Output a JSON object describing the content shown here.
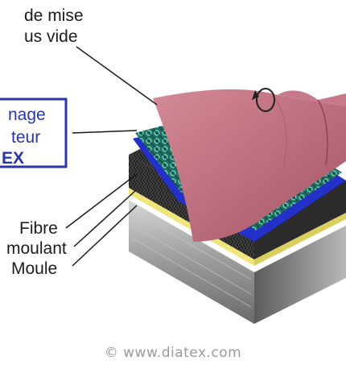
{
  "labels": {
    "bag_line1": "de mise",
    "bag_line2": "us vide",
    "drain_line1": "nage",
    "drain_line2": "teur",
    "drain_brand": "EX",
    "fibre": "Fibre",
    "release": "moulant",
    "mould": "Moule"
  },
  "watermark": "© www.diatex.com",
  "colors": {
    "bag": "#b86a78",
    "drain": "#1e7a6b",
    "blue_film": "#2330c9",
    "carbon": "#2a2a2a",
    "release_film": "#e8e06a",
    "mould": "#8f8f8f",
    "box_border": "#2a36a8"
  }
}
